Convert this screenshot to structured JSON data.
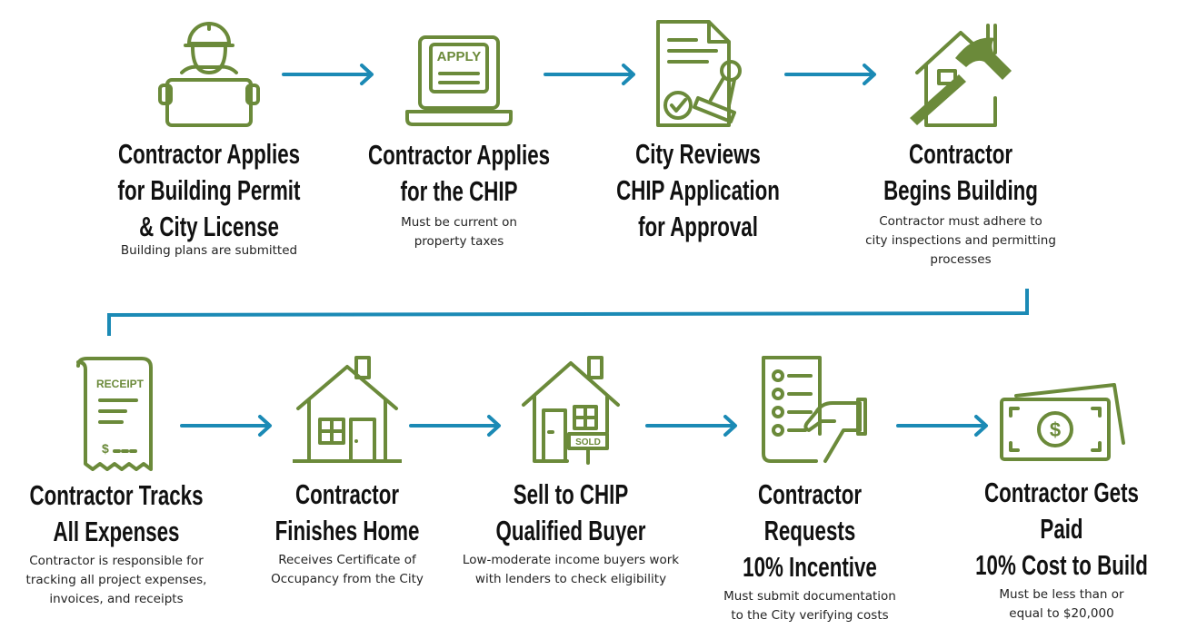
{
  "colors": {
    "icon": "#6b8a3a",
    "arrow": "#1b8ab5",
    "text": "#111111"
  },
  "steps": [
    {
      "icon": "construction-worker-blueprint-icon",
      "title": "Contractor Applies\nfor Building Permit\n& City License",
      "desc": "Building plans are submitted"
    },
    {
      "icon": "laptop-apply-icon",
      "icon_text": "APPLY",
      "title": "Contractor Applies\nfor the CHIP",
      "desc": "Must be current on\nproperty taxes"
    },
    {
      "icon": "document-stamp-approval-icon",
      "title": "City Reviews\nCHIP Application\nfor Approval",
      "desc": ""
    },
    {
      "icon": "house-hammer-icon",
      "title": "Contractor\nBegins Building",
      "desc": "Contractor must adhere to\ncity inspections and permitting\nprocesses"
    },
    {
      "icon": "receipt-icon",
      "icon_text": "RECEIPT",
      "title": "Contractor Tracks\nAll Expenses",
      "desc": "Contractor is responsible for\ntracking all project expenses,\ninvoices, and receipts"
    },
    {
      "icon": "house-icon",
      "title": "Contractor\nFinishes Home",
      "desc": "Receives Certificate of\nOccupancy from the City"
    },
    {
      "icon": "house-sold-sign-icon",
      "icon_text": "SOLD",
      "title": "Sell to CHIP\nQualified Buyer",
      "desc": "Low-moderate income buyers work\nwith lenders to check eligibility"
    },
    {
      "icon": "checklist-hand-icon",
      "title": "Contractor Requests\n10% Incentive",
      "desc": "Must submit documentation\nto the City verifying costs"
    },
    {
      "icon": "money-bill-icon",
      "title": "Contractor Gets Paid\n10% Cost to Build",
      "desc": "Must be less than or\nequal to $20,000"
    }
  ]
}
